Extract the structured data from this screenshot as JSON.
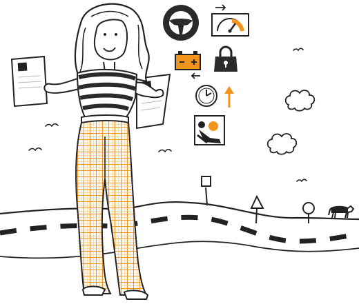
{
  "scene": {
    "colors": {
      "ink": "#222222",
      "accent": "#f0941c",
      "background": "#ffffff"
    },
    "icons": [
      "steering-wheel-icon",
      "speedometer-icon",
      "car-battery-icon",
      "padlock-icon",
      "clock-icon",
      "arrow-up-icon",
      "driver-seat-icon"
    ],
    "subjects": [
      "woman-figure",
      "document-left",
      "document-right",
      "road",
      "cow",
      "birds",
      "clouds",
      "road-signs"
    ]
  }
}
